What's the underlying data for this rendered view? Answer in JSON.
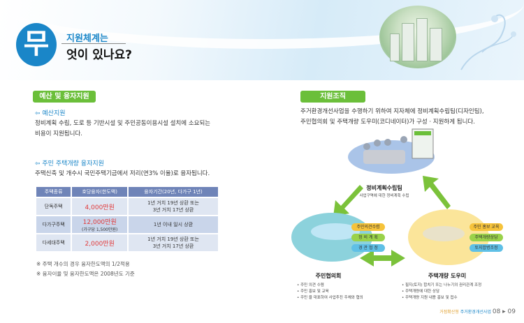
{
  "header": {
    "badge_char": "무",
    "title_line1": "지원체계는",
    "title_line2": "엇이 있나요?"
  },
  "left": {
    "tag": "예산 및 융자지원",
    "budget": {
      "heading": "예산지원",
      "text_line1": "정비계획 수립, 도로 등 기반시설 및 주민공동이용시설 설치에 소요되는",
      "text_line2": "비용이 지원됩니다."
    },
    "loan": {
      "heading": "주민 주택개량 융자지원",
      "text": "주택신축 및 개수시 국민주택기금에서 저리(연3% 이율)로 융자됩니다."
    },
    "table": {
      "headers": [
        "주택종류",
        "호당융자(한도액)",
        "융자기간(20년, 다가구 1년)"
      ],
      "rows": [
        {
          "type": "단독주택",
          "amount": "4,000만원",
          "amount_note": "",
          "period_line1": "1년 거치 19년 상환 또는",
          "period_line2": "3년 거치 17년 상환"
        },
        {
          "type": "다가구주택",
          "amount": "12,000만원",
          "amount_note": "(가구당 1,500만원)",
          "period_line1": "1년 이내 일시 상환",
          "period_line2": ""
        },
        {
          "type": "다세대주택",
          "amount": "2,000만원",
          "amount_note": "",
          "period_line1": "1년 거치 19년 상환 또는",
          "period_line2": "3년 거치 17년 상환"
        }
      ]
    },
    "notes": [
      "※ 주택 개수의 경우 융자한도액의 1/2적용",
      "※ 융자이율 및 융자한도액은 2008년도 기준"
    ]
  },
  "right": {
    "tag": "지원조직",
    "text_line1": "주거환경개선사업을 수행하기 위하여 지자체에 정비계획수립팀(디자인팀),",
    "text_line2": "주민협의회 및 주택개량 도우미(코디네이터)가 구성 · 지원하게 됩니다.",
    "team": {
      "title": "정비계획수립팀",
      "desc": "사업구역에 대한 정비계획 수립"
    },
    "council": {
      "title": "주민협의회",
      "bubbles": [
        "주민의견수렴",
        "정 비 계 획",
        "경 관 협 정"
      ],
      "items": [
        "• 주민 의견 수렴",
        "• 주민 홍보 및 교육",
        "• 주민 을 대표하여 사업추진 주체와 협의"
      ]
    },
    "helper": {
      "title": "주택개량 도우미",
      "bubbles": [
        "주민 홍보 교육",
        "주택개량상담",
        "토지합병조정"
      ],
      "items": [
        "• 필지(토지) 합치기 또는 나누기의 권리관계 조정",
        "• 주택개량에 대한 상담",
        "• 주택개량 지원 내용 홍보 및 접수"
      ]
    }
  },
  "footer": {
    "section": "거점확산형",
    "title": "주거환경개선사업",
    "pages": "08 ▸ 09"
  },
  "colors": {
    "blue": "#1a86c8",
    "green": "#6bbf3a",
    "red": "#e03a3a",
    "table_header": "#6f84b8"
  }
}
